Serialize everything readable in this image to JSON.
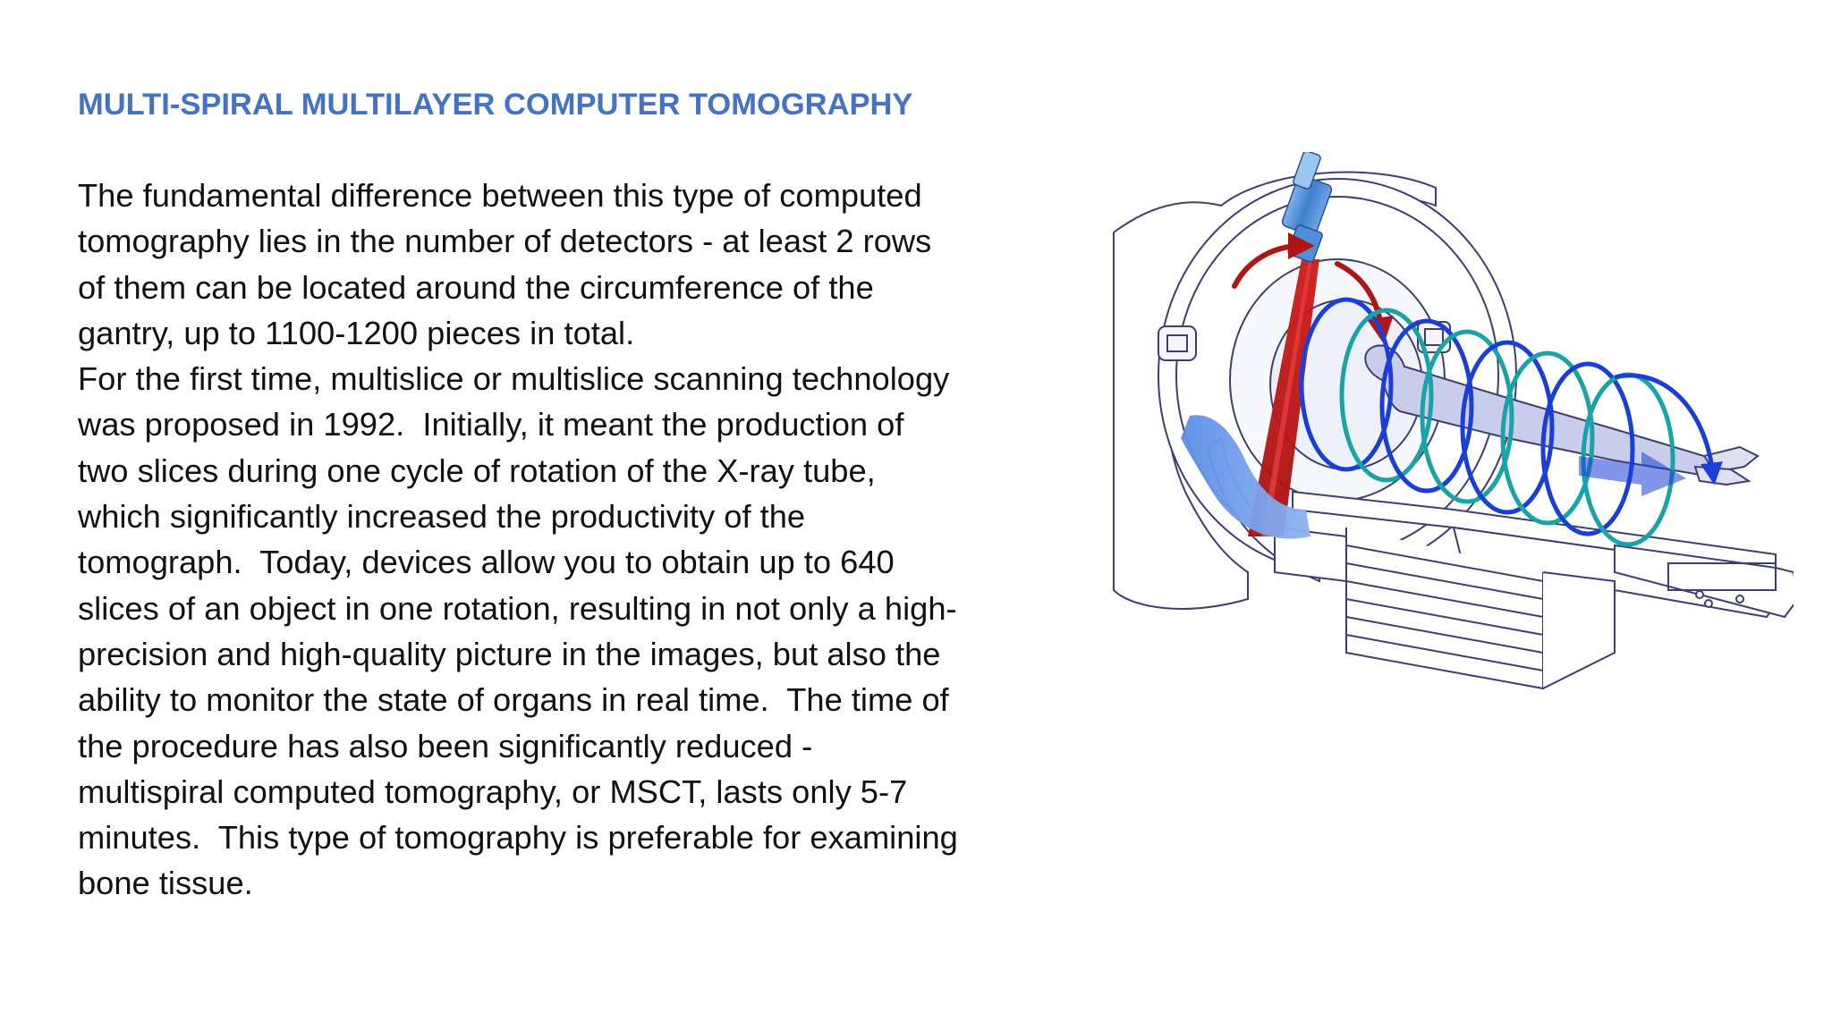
{
  "slide": {
    "title": "MULTI-SPIRAL MULTILAYER COMPUTER TOMOGRAPHY",
    "title_color": "#4472c4",
    "body_lines": [
      "The fundamental difference between this type of computed",
      "tomography lies in the number of detectors - at least 2 rows",
      "of them can be located around the circumference of the",
      "gantry, up to 1100-1200 pieces in total.",
      "For the first time, multislice or multislice scanning technology",
      "was proposed in 1992.  Initially, it meant the production of",
      "two slices during one cycle of rotation of the X-ray tube,",
      "which significantly increased the productivity of the",
      "tomograph.  Today, devices allow you to obtain up to 640",
      "slices of an object in one rotation, resulting in not only a high-",
      "precision and high-quality picture in the images, but also the",
      "ability to monitor the state of organs in real time.  The time of",
      "the procedure has also been significantly reduced -",
      "multispiral computed tomography, or MSCT, lasts only 5-7",
      "minutes.  This type of tomography is preferable for examining",
      "bone tissue."
    ]
  },
  "figure": {
    "icon": "ct-scanner-illustration",
    "colors": {
      "outline": "#3d3f6e",
      "spiral_blue": "#1a3fd6",
      "spiral_teal": "#19a3a8",
      "beam_red": "#c41616",
      "arrow_red": "#b01515",
      "tube_blue": "#4f8fd9",
      "detector_blue": "#5b8ee6"
    }
  }
}
